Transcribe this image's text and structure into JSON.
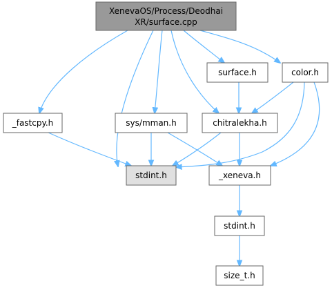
{
  "graph": {
    "root": {
      "line1": "XenevaOS/Process/Deodhai",
      "line2": "XR/surface.cpp",
      "fill": "#999999"
    },
    "nodes": {
      "fastcpy": {
        "label": "_fastcpy.h",
        "fill": "#ffffff"
      },
      "sysmman": {
        "label": "sys/mman.h",
        "fill": "#ffffff"
      },
      "surface": {
        "label": "surface.h",
        "fill": "#ffffff"
      },
      "color": {
        "label": "color.h",
        "fill": "#ffffff"
      },
      "chitralekha": {
        "label": "chitralekha.h",
        "fill": "#ffffff"
      },
      "stdint_sys": {
        "label": "stdint.h",
        "fill": "#e0e0e0"
      },
      "xeneva": {
        "label": "_xeneva.h",
        "fill": "#ffffff"
      },
      "stdint_local": {
        "label": "stdint.h",
        "fill": "#ffffff"
      },
      "size_t": {
        "label": "size_t.h",
        "fill": "#ffffff"
      }
    },
    "edge_color": "#63b8ff",
    "border_color": "#666666",
    "edges": [
      [
        "root",
        "fastcpy"
      ],
      [
        "root",
        "stdint_sys"
      ],
      [
        "root",
        "sysmman"
      ],
      [
        "root",
        "chitralekha"
      ],
      [
        "root",
        "surface"
      ],
      [
        "root",
        "color"
      ],
      [
        "fastcpy",
        "stdint_sys"
      ],
      [
        "sysmman",
        "stdint_sys"
      ],
      [
        "sysmman",
        "xeneva"
      ],
      [
        "surface",
        "chitralekha"
      ],
      [
        "color",
        "chitralekha"
      ],
      [
        "color",
        "stdint_sys"
      ],
      [
        "color",
        "xeneva"
      ],
      [
        "chitralekha",
        "stdint_sys"
      ],
      [
        "chitralekha",
        "xeneva"
      ],
      [
        "xeneva",
        "stdint_local"
      ],
      [
        "stdint_local",
        "size_t"
      ]
    ]
  }
}
